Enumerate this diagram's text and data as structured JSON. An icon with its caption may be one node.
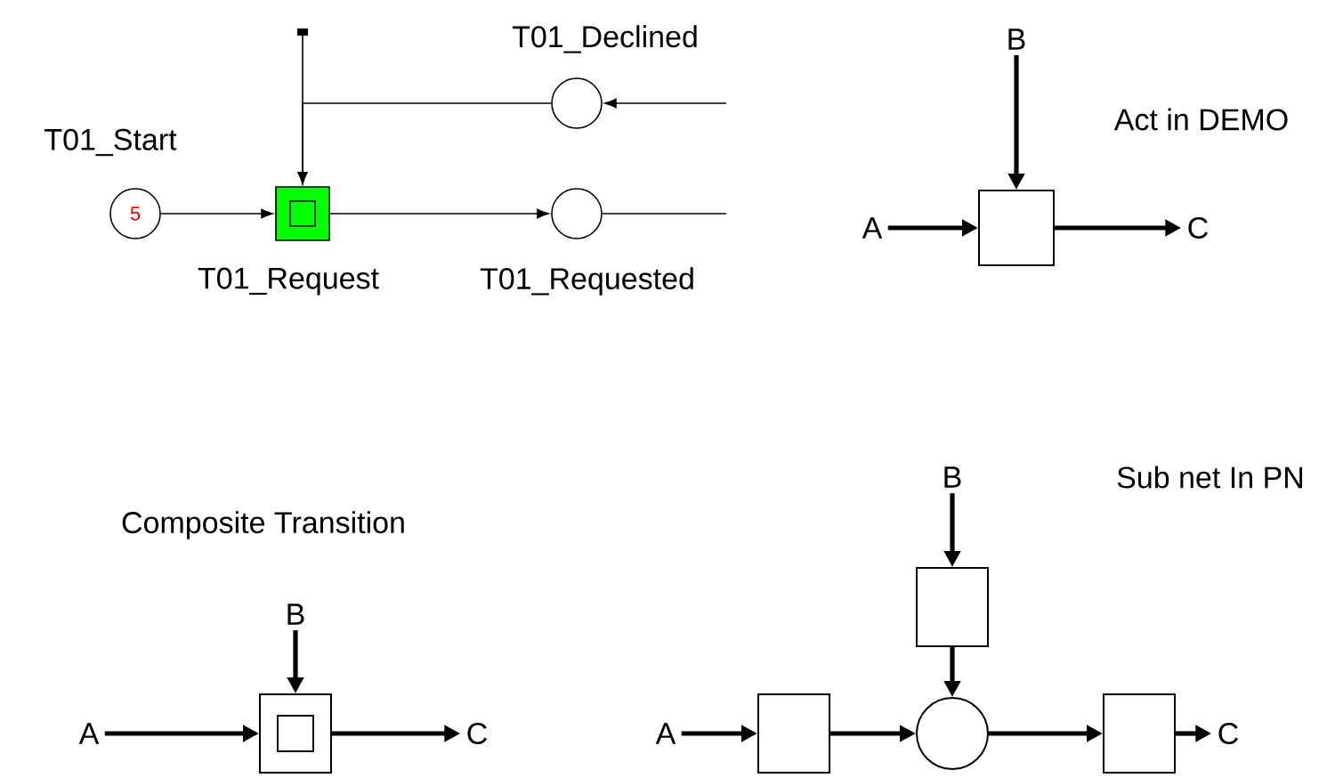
{
  "diagram": {
    "nodes": [
      {
        "text": [
          "5"
        ],
        "beside": [
          "T01_Start"
        ]
      },
      {
        "text": [],
        "shape": "box",
        "beside": [
          "T01_Request"
        ]
      },
      {
        "text": [],
        "shape": "circle",
        "beside": [
          "T01_Requested"
        ]
      },
      {
        "text": [],
        "shape": "circle",
        "beside": [
          "T01_Declined"
        ]
      },
      {
        "text": [
          "A"
        ]
      },
      {
        "text": [
          "B"
        ]
      },
      {
        "text": [],
        "shape": "box"
      },
      {
        "text": [
          "C"
        ]
      },
      {
        "text": [
          "A"
        ]
      },
      {
        "text": [
          "B"
        ]
      },
      {
        "text": [],
        "shape": "box"
      },
      {
        "text": [
          "C"
        ]
      },
      {
        "text": [
          "A"
        ]
      },
      {
        "text": [
          "B"
        ]
      },
      {
        "text": [],
        "shape": "box"
      },
      {
        "text": [],
        "shape": "box"
      },
      {
        "text": [],
        "shape": "circle"
      },
      {
        "text": [],
        "shape": "box"
      },
      {
        "text": [
          "C"
        ]
      }
    ],
    "edges": [
      {
        "from": 0,
        "to": 1,
        "arrow": "to"
      },
      {
        "from": 1,
        "to": 2,
        "arrow": "to"
      },
      {
        "from": 3,
        "to": 1,
        "arrow": "to"
      },
      {
        "from": null,
        "to": 1,
        "arrow": "to"
      },
      {
        "from": null,
        "to": 3,
        "arrow": "to"
      },
      {
        "from": 2,
        "to": null,
        "arrow": "none"
      },
      {
        "from": 4,
        "to": 6,
        "arrow": "to"
      },
      {
        "from": 5,
        "to": 6,
        "arrow": "to"
      },
      {
        "from": 6,
        "to": 7,
        "arrow": "to"
      },
      {
        "from": 8,
        "to": 10,
        "arrow": "to"
      },
      {
        "from": 9,
        "to": 10,
        "arrow": "to"
      },
      {
        "from": 10,
        "to": 11,
        "arrow": "to"
      },
      {
        "from": 12,
        "to": 15,
        "arrow": "to"
      },
      {
        "from": 13,
        "to": 14,
        "arrow": "to"
      },
      {
        "from": 14,
        "to": 16,
        "arrow": "to"
      },
      {
        "from": 15,
        "to": 16,
        "arrow": "to"
      },
      {
        "from": 16,
        "to": 17,
        "arrow": "to"
      },
      {
        "from": 17,
        "to": 18,
        "arrow": "to"
      }
    ],
    "labels": [
      "Act in DEMO",
      "Composite Transition",
      "Sub net In PN"
    ]
  }
}
